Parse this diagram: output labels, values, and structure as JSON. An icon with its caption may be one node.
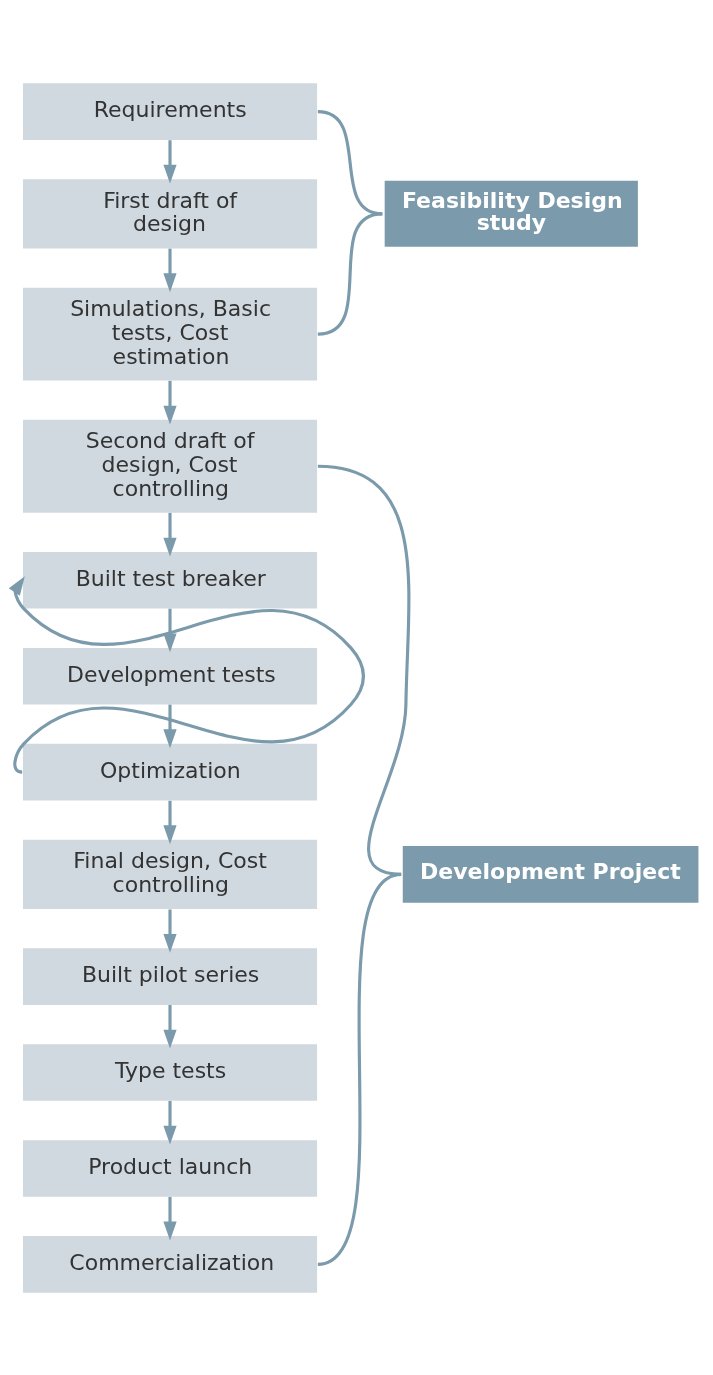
{
  "diagram": {
    "nodes": [
      {
        "text": [
          "Requirements"
        ]
      },
      {
        "text": [
          "First draft of design"
        ]
      },
      {
        "text": [
          "Simulations, Basic tests, Cost estimation"
        ]
      },
      {
        "text": [
          "Second draft of design, Cost controlling"
        ]
      },
      {
        "text": [
          "Built test breaker"
        ]
      },
      {
        "text": [
          "Development tests"
        ]
      },
      {
        "text": [
          "Optimization"
        ]
      },
      {
        "text": [
          "Final design, Cost controlling"
        ]
      },
      {
        "text": [
          "Built pilot series"
        ]
      },
      {
        "text": [
          "Type tests"
        ]
      },
      {
        "text": [
          "Product launch"
        ]
      },
      {
        "text": [
          "Commercialization"
        ]
      },
      {
        "text": [
          "Feasibility Design study"
        ]
      },
      {
        "text": [
          "Development Project"
        ]
      }
    ],
    "edges": [
      {
        "from": 0,
        "to": 1,
        "arrow": "to"
      },
      {
        "from": 1,
        "to": 2,
        "arrow": "to"
      },
      {
        "from": 2,
        "to": 3,
        "arrow": "to"
      },
      {
        "from": 3,
        "to": 4,
        "arrow": "to"
      },
      {
        "from": 4,
        "to": 5,
        "arrow": "to"
      },
      {
        "from": 5,
        "to": 6,
        "arrow": "to"
      },
      {
        "from": 6,
        "to": 4,
        "arrow": "to"
      },
      {
        "from": 6,
        "to": 7,
        "arrow": "to"
      },
      {
        "from": 7,
        "to": 8,
        "arrow": "to"
      },
      {
        "from": 8,
        "to": 9,
        "arrow": "to"
      },
      {
        "from": 9,
        "to": 10,
        "arrow": "to"
      },
      {
        "from": 10,
        "to": 11,
        "arrow": "to"
      },
      {
        "from": 12,
        "to": 0,
        "arrow": "none"
      },
      {
        "from": 12,
        "to": 2,
        "arrow": "none"
      },
      {
        "from": 13,
        "to": 3,
        "arrow": "none"
      },
      {
        "from": 13,
        "to": 11,
        "arrow": "none"
      }
    ]
  }
}
